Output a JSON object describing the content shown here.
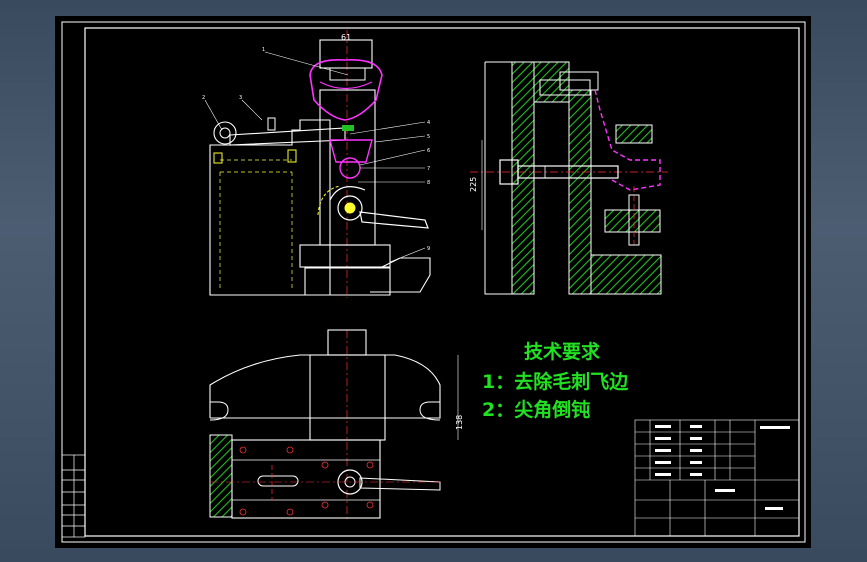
{
  "drawing": {
    "dimension_top": "61",
    "dimension_side": "225",
    "dimension_bottom": "138"
  },
  "tech_requirements": {
    "title": "技术要求",
    "item1": "1：去除毛刺飞边",
    "item2": "2：尖角倒钝"
  },
  "balloons": [
    "1",
    "2",
    "3",
    "4",
    "5",
    "6",
    "7",
    "8",
    "9"
  ],
  "colors": {
    "background": "#000000",
    "line": "#ffffff",
    "hatch": "#22c022",
    "highlight": "#ff33ff",
    "centerline": "#ff3030",
    "hidden": "#ffff30",
    "text_green": "#22e022"
  }
}
